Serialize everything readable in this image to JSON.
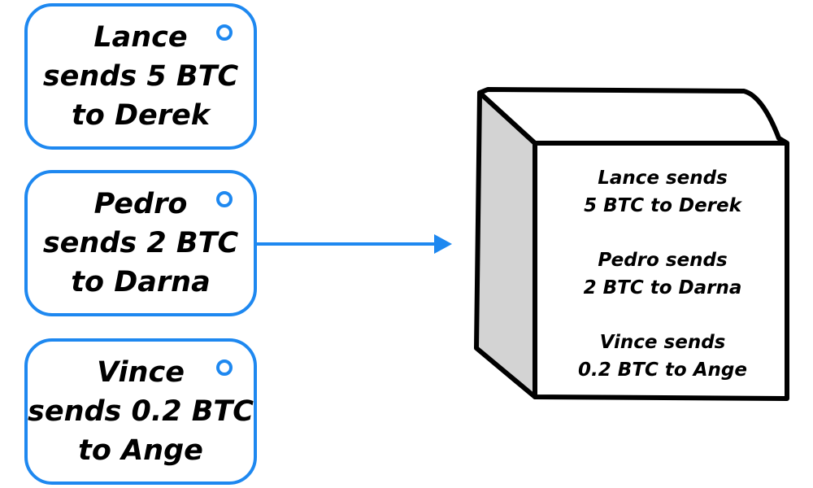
{
  "transactions": [
    {
      "lines": [
        "Lance",
        "sends 5 BTC",
        "to Derek"
      ]
    },
    {
      "lines": [
        "Pedro",
        "sends 2 BTC",
        "to Darna"
      ]
    },
    {
      "lines": [
        "Vince",
        "sends 0.2 BTC",
        "to Ange"
      ]
    }
  ],
  "block": {
    "entries": [
      {
        "lines": [
          "Lance sends",
          "5 BTC to Derek"
        ]
      },
      {
        "lines": [
          "Pedro sends",
          "2 BTC to Darna"
        ]
      },
      {
        "lines": [
          "Vince sends",
          "0.2 BTC to Ange"
        ]
      }
    ]
  },
  "colors": {
    "accent": "#1e88f0",
    "block_side": "#d3d3d3",
    "block_outline": "#000000"
  }
}
